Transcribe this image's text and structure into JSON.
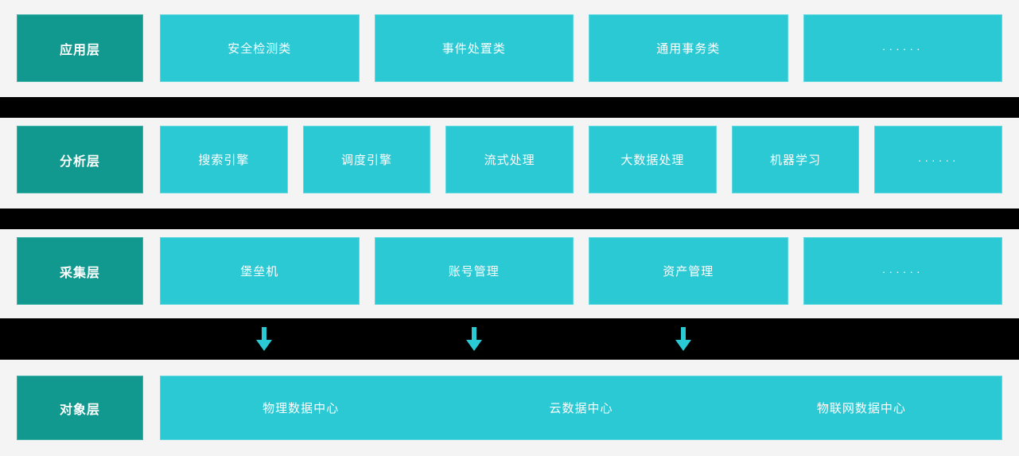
{
  "colors": {
    "background": "#f4f4f4",
    "label_box": "#12998f",
    "content_box": "#2bc9d4",
    "band": "#000000",
    "arrow": "#2bc9d4",
    "text": "#ffffff"
  },
  "layers": [
    {
      "id": "application-layer",
      "label": "应用层",
      "items": [
        {
          "text": "安全检测类",
          "ellipsis": false
        },
        {
          "text": "事件处置类",
          "ellipsis": false
        },
        {
          "text": "通用事务类",
          "ellipsis": false
        },
        {
          "text": "······",
          "ellipsis": true
        }
      ]
    },
    {
      "id": "analysis-layer",
      "label": "分析层",
      "items": [
        {
          "text": "搜索引擎",
          "ellipsis": false
        },
        {
          "text": "调度引擎",
          "ellipsis": false
        },
        {
          "text": "流式处理",
          "ellipsis": false
        },
        {
          "text": "大数据处理",
          "ellipsis": false
        },
        {
          "text": "机器学习",
          "ellipsis": false
        },
        {
          "text": "······",
          "ellipsis": true
        }
      ]
    },
    {
      "id": "collection-layer",
      "label": "采集层",
      "items": [
        {
          "text": "堡垒机",
          "ellipsis": false
        },
        {
          "text": "账号管理",
          "ellipsis": false
        },
        {
          "text": "资产管理",
          "ellipsis": false
        },
        {
          "text": "······",
          "ellipsis": true
        }
      ]
    }
  ],
  "object_layer": {
    "id": "object-layer",
    "label": "对象层",
    "segments": [
      "物理数据中心",
      "云数据中心",
      "物联网数据中心"
    ]
  },
  "arrow_band": {
    "icon": "arrow-down-icon",
    "count": 3
  }
}
